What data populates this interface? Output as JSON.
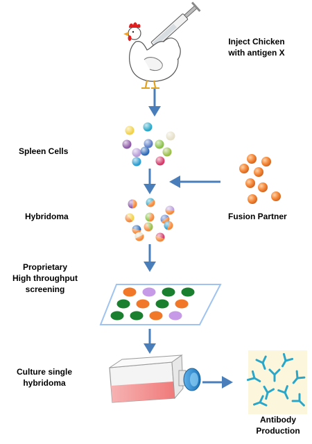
{
  "labels": {
    "inject": [
      "Inject Chicken",
      "with antigen X"
    ],
    "spleen": "Spleen Cells",
    "hybridoma": "Hybridoma",
    "fusion": "Fusion Partner",
    "screening": [
      "Proprietary",
      "High throughput",
      "screening"
    ],
    "culture": [
      "Culture single",
      "hybridoma"
    ],
    "antibody": [
      "Antibody",
      "Production"
    ]
  },
  "colors": {
    "arrow": "#4a7ebb",
    "fusion_cell": "#f58a3c",
    "plate_green": "#1a7f2e",
    "plate_orange": "#f07828",
    "plate_lavender": "#c79ae8",
    "plate_border": "#9ec3f0",
    "antibody": "#2aa6c8",
    "media": "#f28b8b",
    "flask_cap": "#2b8fd6",
    "culture_bg": "#fbf6dc"
  },
  "spleen_cell_colors": [
    "#f2d14a",
    "#2aa8c8",
    "#e6e0c8",
    "#8e5aa8",
    "#5a7dc8",
    "#8bc34a",
    "#b89cd8",
    "#2e6ab8",
    "#9bbf4a",
    "#2a9dd0",
    "#d43a6a"
  ],
  "plate_wells": [
    [
      "orange",
      "lavender",
      "green",
      "green"
    ],
    [
      "green",
      "orange",
      "green",
      "orange"
    ],
    [
      "green",
      "green",
      "orange",
      "lavender"
    ]
  ]
}
